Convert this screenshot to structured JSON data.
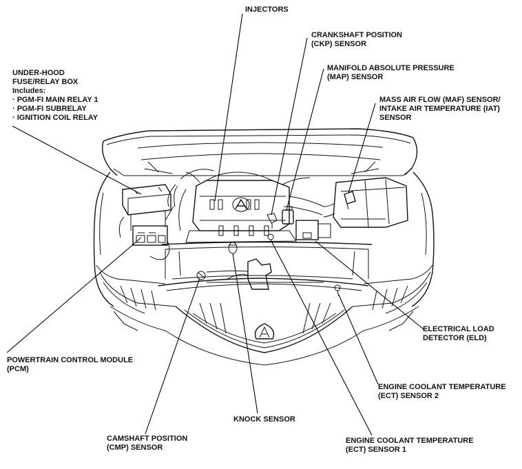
{
  "labels": {
    "injectors": [
      "INJECTORS"
    ],
    "ckp": [
      "CRANKSHAFT POSITION",
      "(CKP) SENSOR"
    ],
    "map": [
      "MANIFOLD ABSOLUTE PRESSURE",
      "(MAP) SENSOR"
    ],
    "maf": [
      "MASS AIR FLOW (MAF) SENSOR/",
      "INTAKE AIR TEMPERATURE (IAT)",
      "SENSOR"
    ],
    "fusebox": [
      "UNDER-HOOD",
      "FUSE/RELAY BOX",
      "Includes:",
      "· PGM-FI MAIN RELAY 1",
      "· PGM-FI SUBRELAY",
      "· IGNITION COIL RELAY"
    ],
    "eld": [
      "ELECTRICAL LOAD",
      "DETECTOR (ELD)"
    ],
    "pcm": [
      "POWERTRAIN CONTROL MODULE",
      "(PCM)"
    ],
    "ect2": [
      "ENGINE COOLANT TEMPERATURE",
      "(ECT) SENSOR 2"
    ],
    "knock": [
      "KNOCK SENSOR"
    ],
    "cmp": [
      "CAMSHAFT POSITION",
      "(CMP) SENSOR"
    ],
    "ect1": [
      "ENGINE COOLANT TEMPERATURE",
      "(ECT) SENSOR 1"
    ]
  },
  "colors": {
    "ink": "#111111",
    "background": "#ffffff"
  }
}
